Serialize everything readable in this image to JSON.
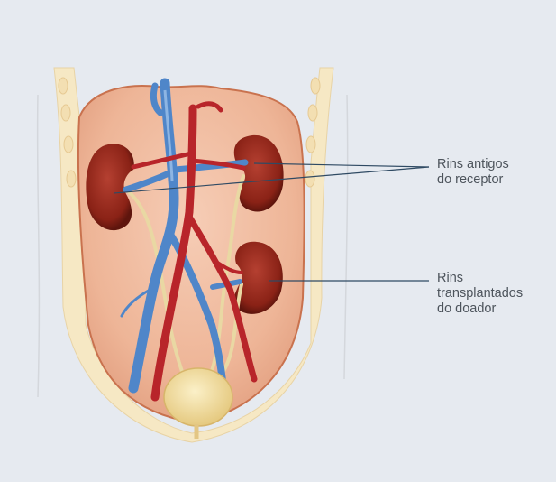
{
  "labels": {
    "old_kidneys": {
      "line1": "Rins antigos",
      "line2": "do receptor"
    },
    "transplanted_kidney": {
      "line1": "Rins",
      "line2": "transplantados",
      "line3": "do doador"
    }
  },
  "colors": {
    "background": "#e6eaf0",
    "leader_line": "#2f4a63",
    "vein": "#4f86c9",
    "artery": "#b8252a",
    "kidney": "#8e2418",
    "ureter": "#eddca5",
    "bladder": "#f0dc9c",
    "tissue": "#ecb295",
    "skin_edge": "#f5e7c2"
  }
}
